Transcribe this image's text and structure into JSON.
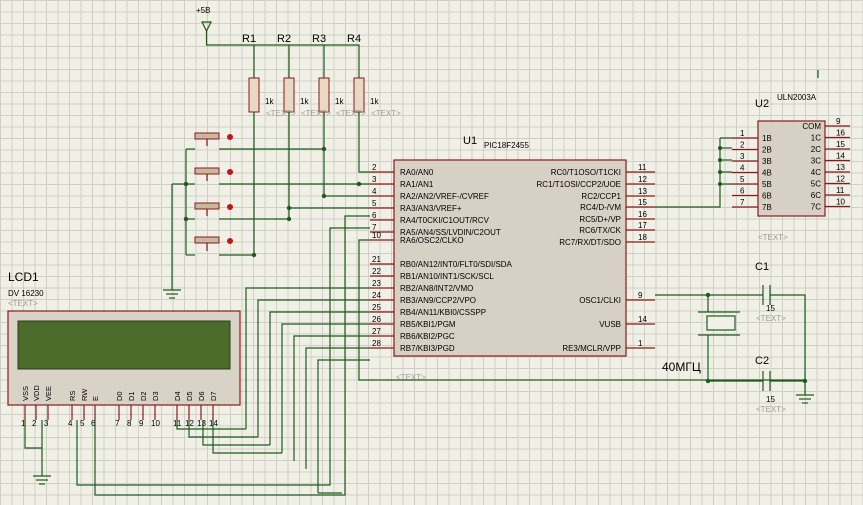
{
  "power": {
    "label": "+5В"
  },
  "resistors": [
    {
      "ref": "R1",
      "value": "1k"
    },
    {
      "ref": "R2",
      "value": "1k"
    },
    {
      "ref": "R3",
      "value": "1k"
    },
    {
      "ref": "R4",
      "value": "1k"
    }
  ],
  "placeholder": "<TEXT>",
  "mcu": {
    "ref": "U1",
    "part": "PIC18F2455",
    "left_pins": [
      {
        "num": "2",
        "name": "RA0/AN0"
      },
      {
        "num": "3",
        "name": "RA1/AN1"
      },
      {
        "num": "4",
        "name": "RA2/AN2/VREF-/CVREF"
      },
      {
        "num": "5",
        "name": "RA3/AN3/VREF+"
      },
      {
        "num": "6",
        "name": "RA4/T0CKI/C1OUT/RCV"
      },
      {
        "num": "7",
        "name": "RA5/AN4/SS/LVDIN/C2OUT"
      },
      {
        "num": "10",
        "name": "RA6/OSC2/CLKO"
      },
      {
        "num": "21",
        "name": "RB0/AN12/INT0/FLT0/SDI/SDA"
      },
      {
        "num": "22",
        "name": "RB1/AN10/INT1/SCK/SCL"
      },
      {
        "num": "23",
        "name": "RB2/AN8/INT2/VMO"
      },
      {
        "num": "24",
        "name": "RB3/AN9/CCP2/VPO"
      },
      {
        "num": "25",
        "name": "RB4/AN11/KBI0/CSSPP"
      },
      {
        "num": "26",
        "name": "RB5/KBI1/PGM"
      },
      {
        "num": "27",
        "name": "RB6/KBI2/PGC"
      },
      {
        "num": "28",
        "name": "RB7/KBI3/PGD"
      }
    ],
    "right_pins": [
      {
        "num": "11",
        "name": "RC0/T1OSO/T1CKI"
      },
      {
        "num": "12",
        "name": "RC1/T1OSI/CCP2/UOE"
      },
      {
        "num": "13",
        "name": "RC2/CCP1"
      },
      {
        "num": "15",
        "name": "RC4/D-/VM"
      },
      {
        "num": "16",
        "name": "RC5/D+/VP"
      },
      {
        "num": "17",
        "name": "RC6/TX/CK"
      },
      {
        "num": "18",
        "name": "RC7/RX/DT/SDO"
      },
      {
        "num": "9",
        "name": "OSC1/CLKI"
      },
      {
        "num": "14",
        "name": "VUSB"
      },
      {
        "num": "1",
        "name": "RE3/MCLR/VPP"
      }
    ]
  },
  "driver": {
    "ref": "U2",
    "part": "ULN2003A",
    "left_pins": [
      {
        "num": "1",
        "name": "1B"
      },
      {
        "num": "2",
        "name": "2B"
      },
      {
        "num": "3",
        "name": "3B"
      },
      {
        "num": "4",
        "name": "4B"
      },
      {
        "num": "5",
        "name": "5B"
      },
      {
        "num": "6",
        "name": "6B"
      },
      {
        "num": "7",
        "name": "7B"
      }
    ],
    "right_pins": [
      {
        "num": "9",
        "name": "COM"
      },
      {
        "num": "16",
        "name": "1C"
      },
      {
        "num": "15",
        "name": "2C"
      },
      {
        "num": "14",
        "name": "3C"
      },
      {
        "num": "13",
        "name": "4C"
      },
      {
        "num": "12",
        "name": "5C"
      },
      {
        "num": "11",
        "name": "6C"
      },
      {
        "num": "10",
        "name": "7C"
      }
    ]
  },
  "lcd": {
    "ref": "LCD1",
    "part": "DV 16230",
    "pins": [
      {
        "num": "1",
        "name": "VSS"
      },
      {
        "num": "2",
        "name": "VDD"
      },
      {
        "num": "3",
        "name": "VEE"
      },
      {
        "num": "4",
        "name": "RS"
      },
      {
        "num": "5",
        "name": "RW"
      },
      {
        "num": "6",
        "name": "E"
      },
      {
        "num": "7",
        "name": "D0"
      },
      {
        "num": "8",
        "name": "D1"
      },
      {
        "num": "9",
        "name": "D2"
      },
      {
        "num": "10",
        "name": "D3"
      },
      {
        "num": "11",
        "name": "D4"
      },
      {
        "num": "12",
        "name": "D5"
      },
      {
        "num": "13",
        "name": "D6"
      },
      {
        "num": "14",
        "name": "D7"
      }
    ]
  },
  "capacitors": [
    {
      "ref": "C1",
      "value": "15"
    },
    {
      "ref": "C2",
      "value": "15"
    }
  ],
  "crystal": {
    "label": "40МГЦ"
  }
}
